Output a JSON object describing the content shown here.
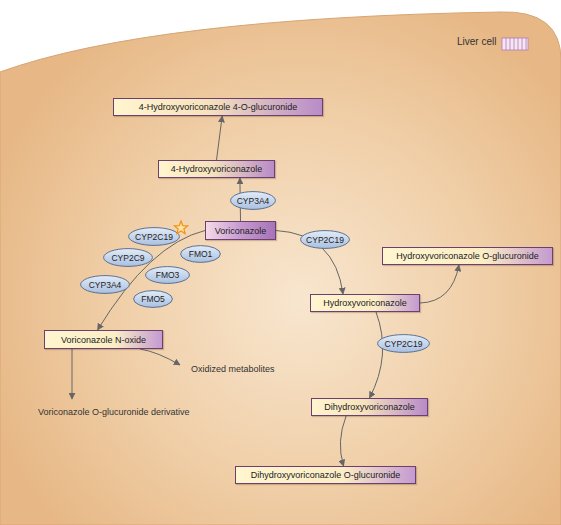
{
  "diagram": {
    "nodes": [
      {
        "text": [
          "Liver cell"
        ]
      },
      {
        "text": [
          "4-Hydroxyvoriconazole 4-O-glucuronide"
        ],
        "in": 0
      },
      {
        "text": [
          "4-Hydroxyvoriconazole"
        ],
        "in": 0
      },
      {
        "text": [
          "CYP3A4"
        ],
        "in": 0
      },
      {
        "text": [
          "Voriconazole"
        ],
        "in": 0
      },
      {
        "text": [
          "CYP2C19"
        ],
        "in": 0
      },
      {
        "text": [
          "CYP2C19"
        ],
        "in": 0
      },
      {
        "text": [
          "FMO1"
        ],
        "in": 0
      },
      {
        "text": [
          "CYP2C9"
        ],
        "in": 0
      },
      {
        "text": [
          "Hydroxyvoriconazole O-glucuronide"
        ],
        "in": 0
      },
      {
        "text": [
          "FMO3"
        ],
        "in": 0
      },
      {
        "text": [
          "CYP3A4"
        ],
        "in": 0
      },
      {
        "text": [
          "Hydroxyvoriconazole"
        ],
        "in": 0
      },
      {
        "text": [
          "FMO5"
        ],
        "in": 0
      },
      {
        "text": [
          "Voriconazole N-oxide"
        ],
        "in": 0
      },
      {
        "text": [
          "CYP2C19"
        ],
        "in": 0
      },
      {
        "text": [
          "Dihydroxyvoriconazole"
        ],
        "in": 0
      },
      {
        "text": [
          "Dihydroxyvoriconazole O-glucuronide"
        ],
        "in": 0
      }
    ],
    "edges": [
      {
        "from": 4,
        "to": 2,
        "arrow": "to"
      },
      {
        "from": 2,
        "to": 1,
        "arrow": "to"
      },
      {
        "from": 4,
        "to": 14,
        "arrow": "to"
      },
      {
        "from": 4,
        "to": 12,
        "arrow": "to"
      },
      {
        "from": 12,
        "to": 9,
        "arrow": "to"
      },
      {
        "from": 12,
        "to": 16,
        "arrow": "to"
      },
      {
        "from": 16,
        "to": 17,
        "arrow": "to"
      }
    ],
    "labels": [
      "Oxidized metabolites",
      "Voriconazole O-glucuronide derivative"
    ]
  }
}
